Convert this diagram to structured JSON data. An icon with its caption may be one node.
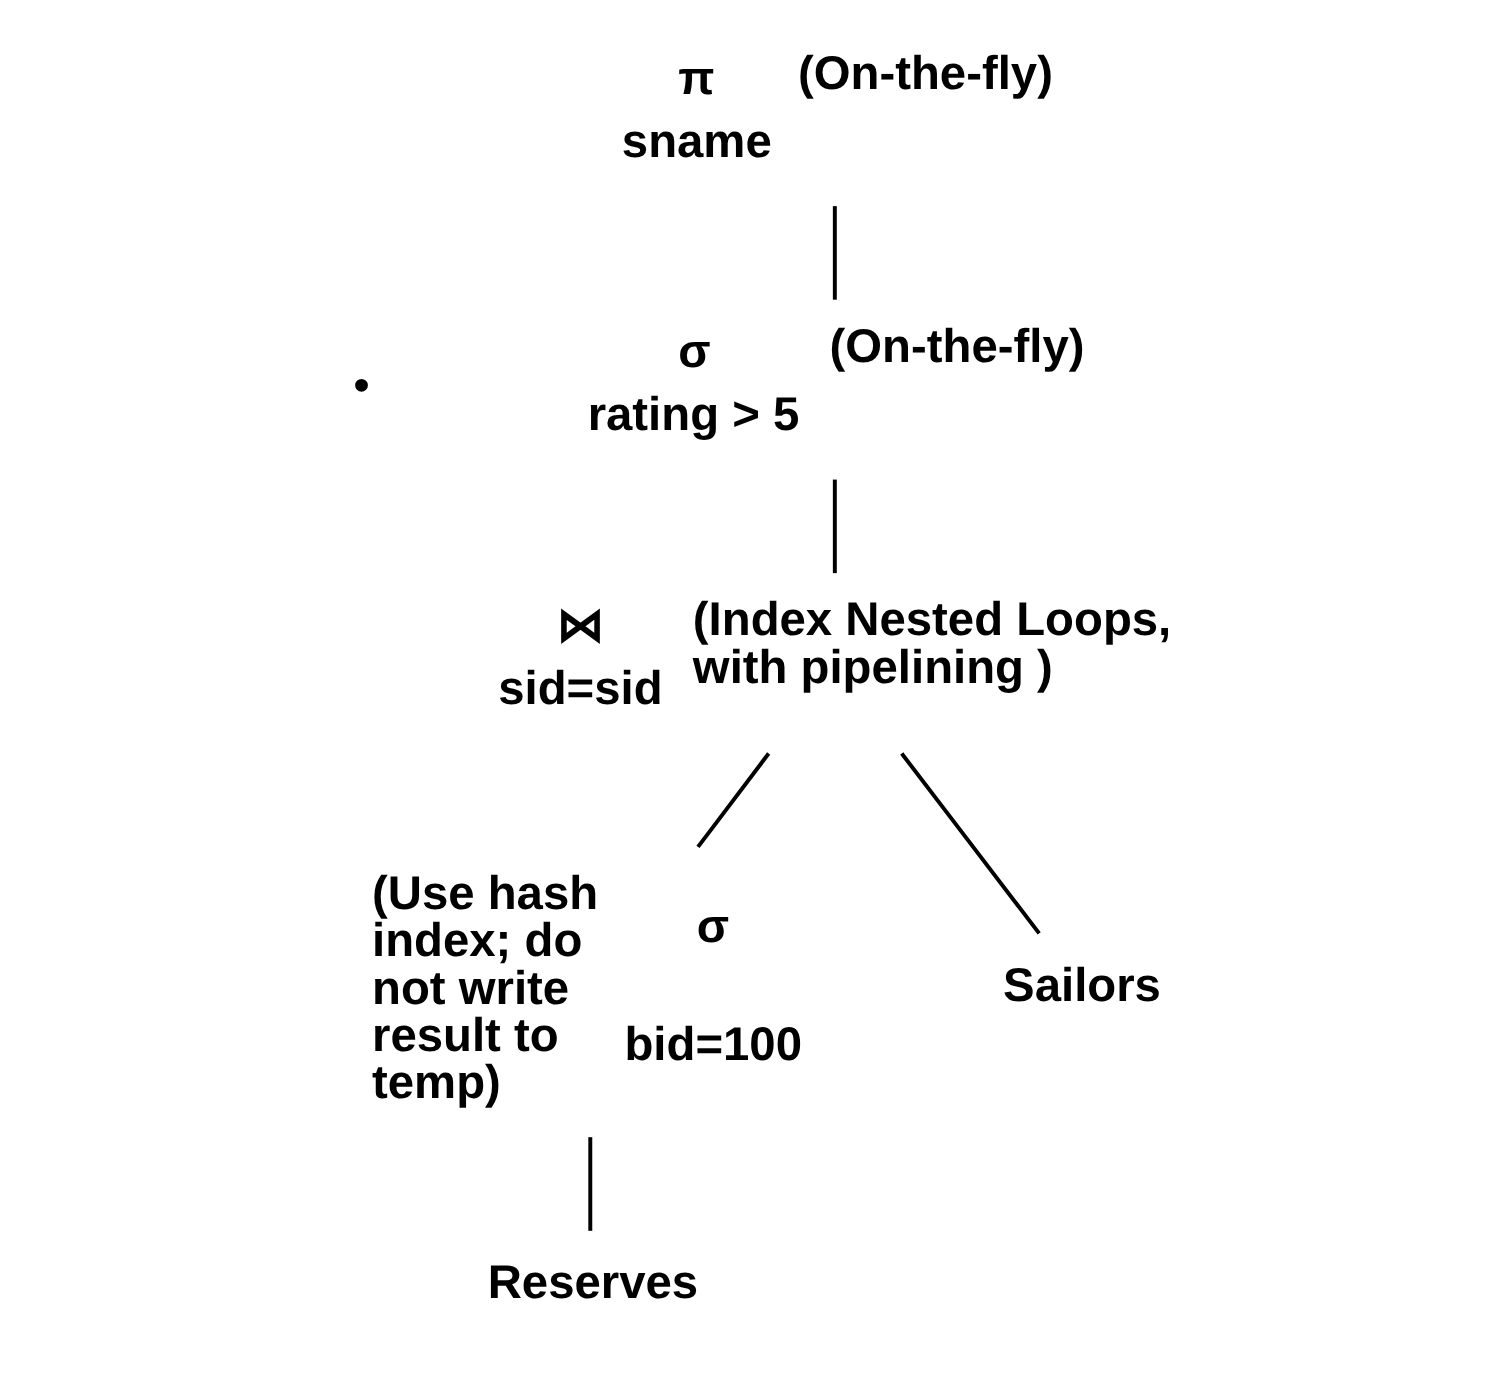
{
  "diagram": {
    "nodes": [
      {
        "text": [
          "π",
          "sname"
        ],
        "beside": [
          "(On-the-fly)"
        ]
      },
      {
        "text": [
          "σ",
          "rating > 5"
        ],
        "beside": [
          "(On-the-fly)"
        ]
      },
      {
        "text": [
          "⋈",
          "sid=sid"
        ],
        "beside": [
          "(Index Nested Loops, with pipelining )"
        ]
      },
      {
        "text": [
          "σ",
          "bid=100"
        ],
        "beside": [
          "(Use hash index; do not write result to temp)"
        ]
      },
      {
        "text": [
          "Sailors"
        ]
      },
      {
        "text": [
          "Reserves"
        ]
      }
    ],
    "edges": [
      {
        "from": 0,
        "to": 1,
        "arrow": "none"
      },
      {
        "from": 1,
        "to": 2,
        "arrow": "none"
      },
      {
        "from": 2,
        "to": 3,
        "arrow": "none"
      },
      {
        "from": 2,
        "to": 4,
        "arrow": "none"
      },
      {
        "from": 3,
        "to": 5,
        "arrow": "none"
      }
    ],
    "labels": [
      "•"
    ]
  }
}
